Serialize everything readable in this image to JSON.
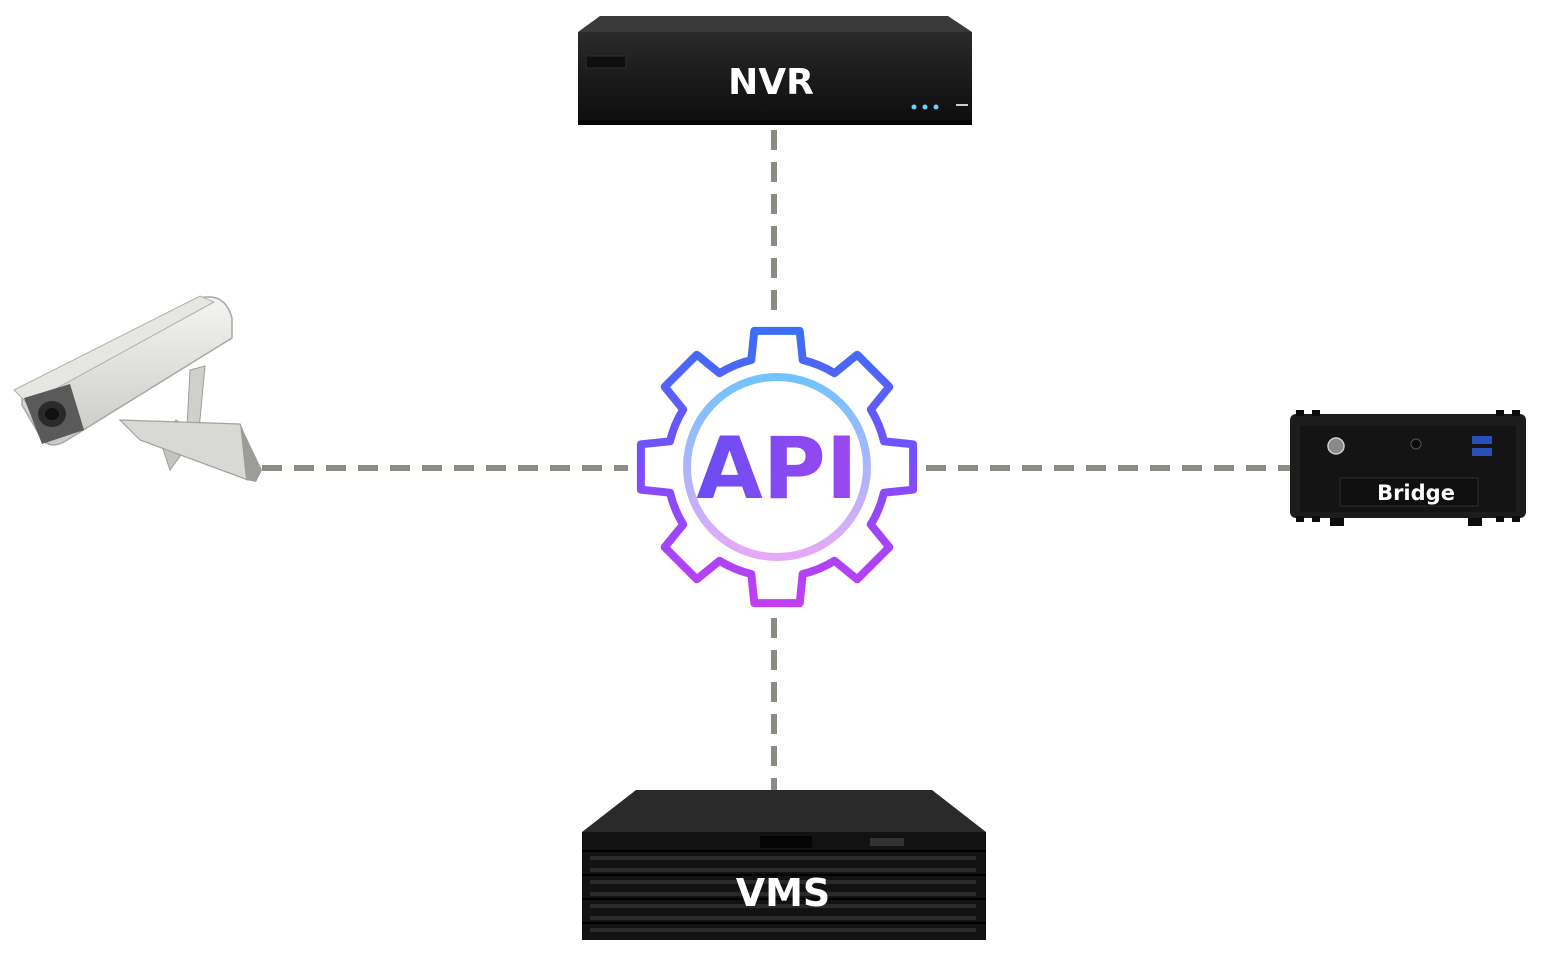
{
  "hub": {
    "label": "API",
    "icon": "gear-icon",
    "gradient_colors": [
      "#3b6ff5",
      "#7b4dff",
      "#c43ef2"
    ],
    "inner_ring_colors": [
      "#72c3ff",
      "#e6a9f7"
    ]
  },
  "nodes": {
    "top": {
      "label": "NVR",
      "icon": "nvr-recorder-icon"
    },
    "bottom": {
      "label": "VMS",
      "icon": "vms-server-icon"
    },
    "left": {
      "label": "",
      "icon": "security-camera-icon"
    },
    "right": {
      "label": "Bridge",
      "icon": "bridge-box-icon"
    }
  },
  "connectors": {
    "style": "dashed",
    "color": "#8c8c84"
  }
}
